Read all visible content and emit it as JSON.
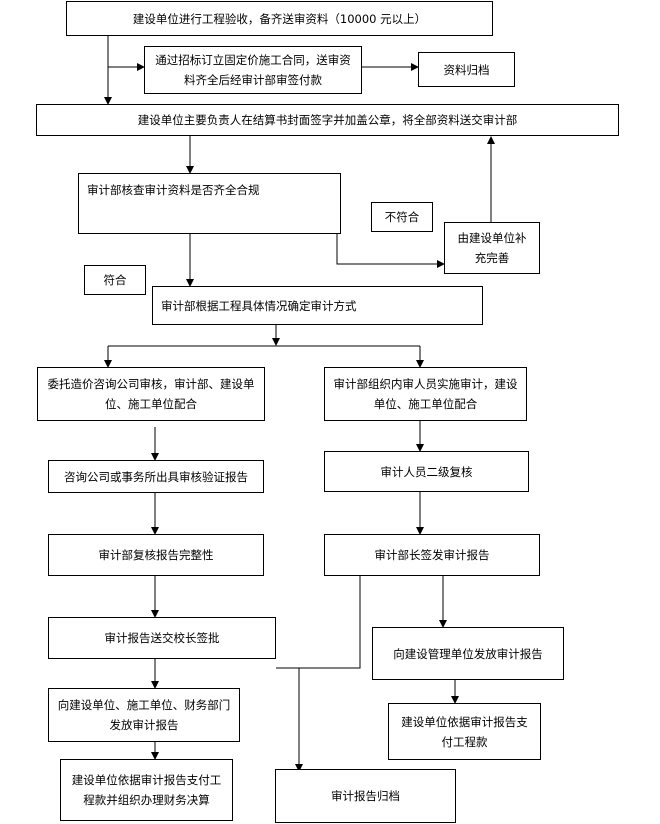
{
  "nodes": {
    "start": "建设单位进行工程验收，备齐送审资料（10000 元以上）",
    "tender": "通过招标订立固定价施工合同，送审资料齐全后经审计部审签付款",
    "archive_docs": "资料归档",
    "submit": "建设单位主要负责人在结算书封面签字并加盖公章，将全部资料送交审计部",
    "check": "审计部核查审计资料是否齐全合规",
    "supplement": "由建设单位补充完善",
    "decide_method": "审计部根据工程具体情况确定审计方式",
    "outsource": "委托造价咨询公司审核，审计部、建设单位、施工单位配合",
    "internal": "审计部组织内审人员实施审计，建设单位、施工单位配合",
    "consult_report": "咨询公司或事务所出具审核验证报告",
    "second_review": "审计人员二级复核",
    "review_integrity": "审计部复核报告完整性",
    "head_sign": "审计部长签发审计报告",
    "president_sign": "审计报告送交校长签批",
    "issue_mgmt": "向建设管理单位发放审计报告",
    "issue_units": "向建设单位、施工单位、财务部门发放审计报告",
    "pay_mgmt": "建设单位依据审计报告支付工程款",
    "pay_units": "建设单位依据审计报告支付工程款并组织办理财务决算",
    "report_archive": "审计报告归档"
  },
  "labels": {
    "fail": "不符合",
    "pass": "符合"
  }
}
